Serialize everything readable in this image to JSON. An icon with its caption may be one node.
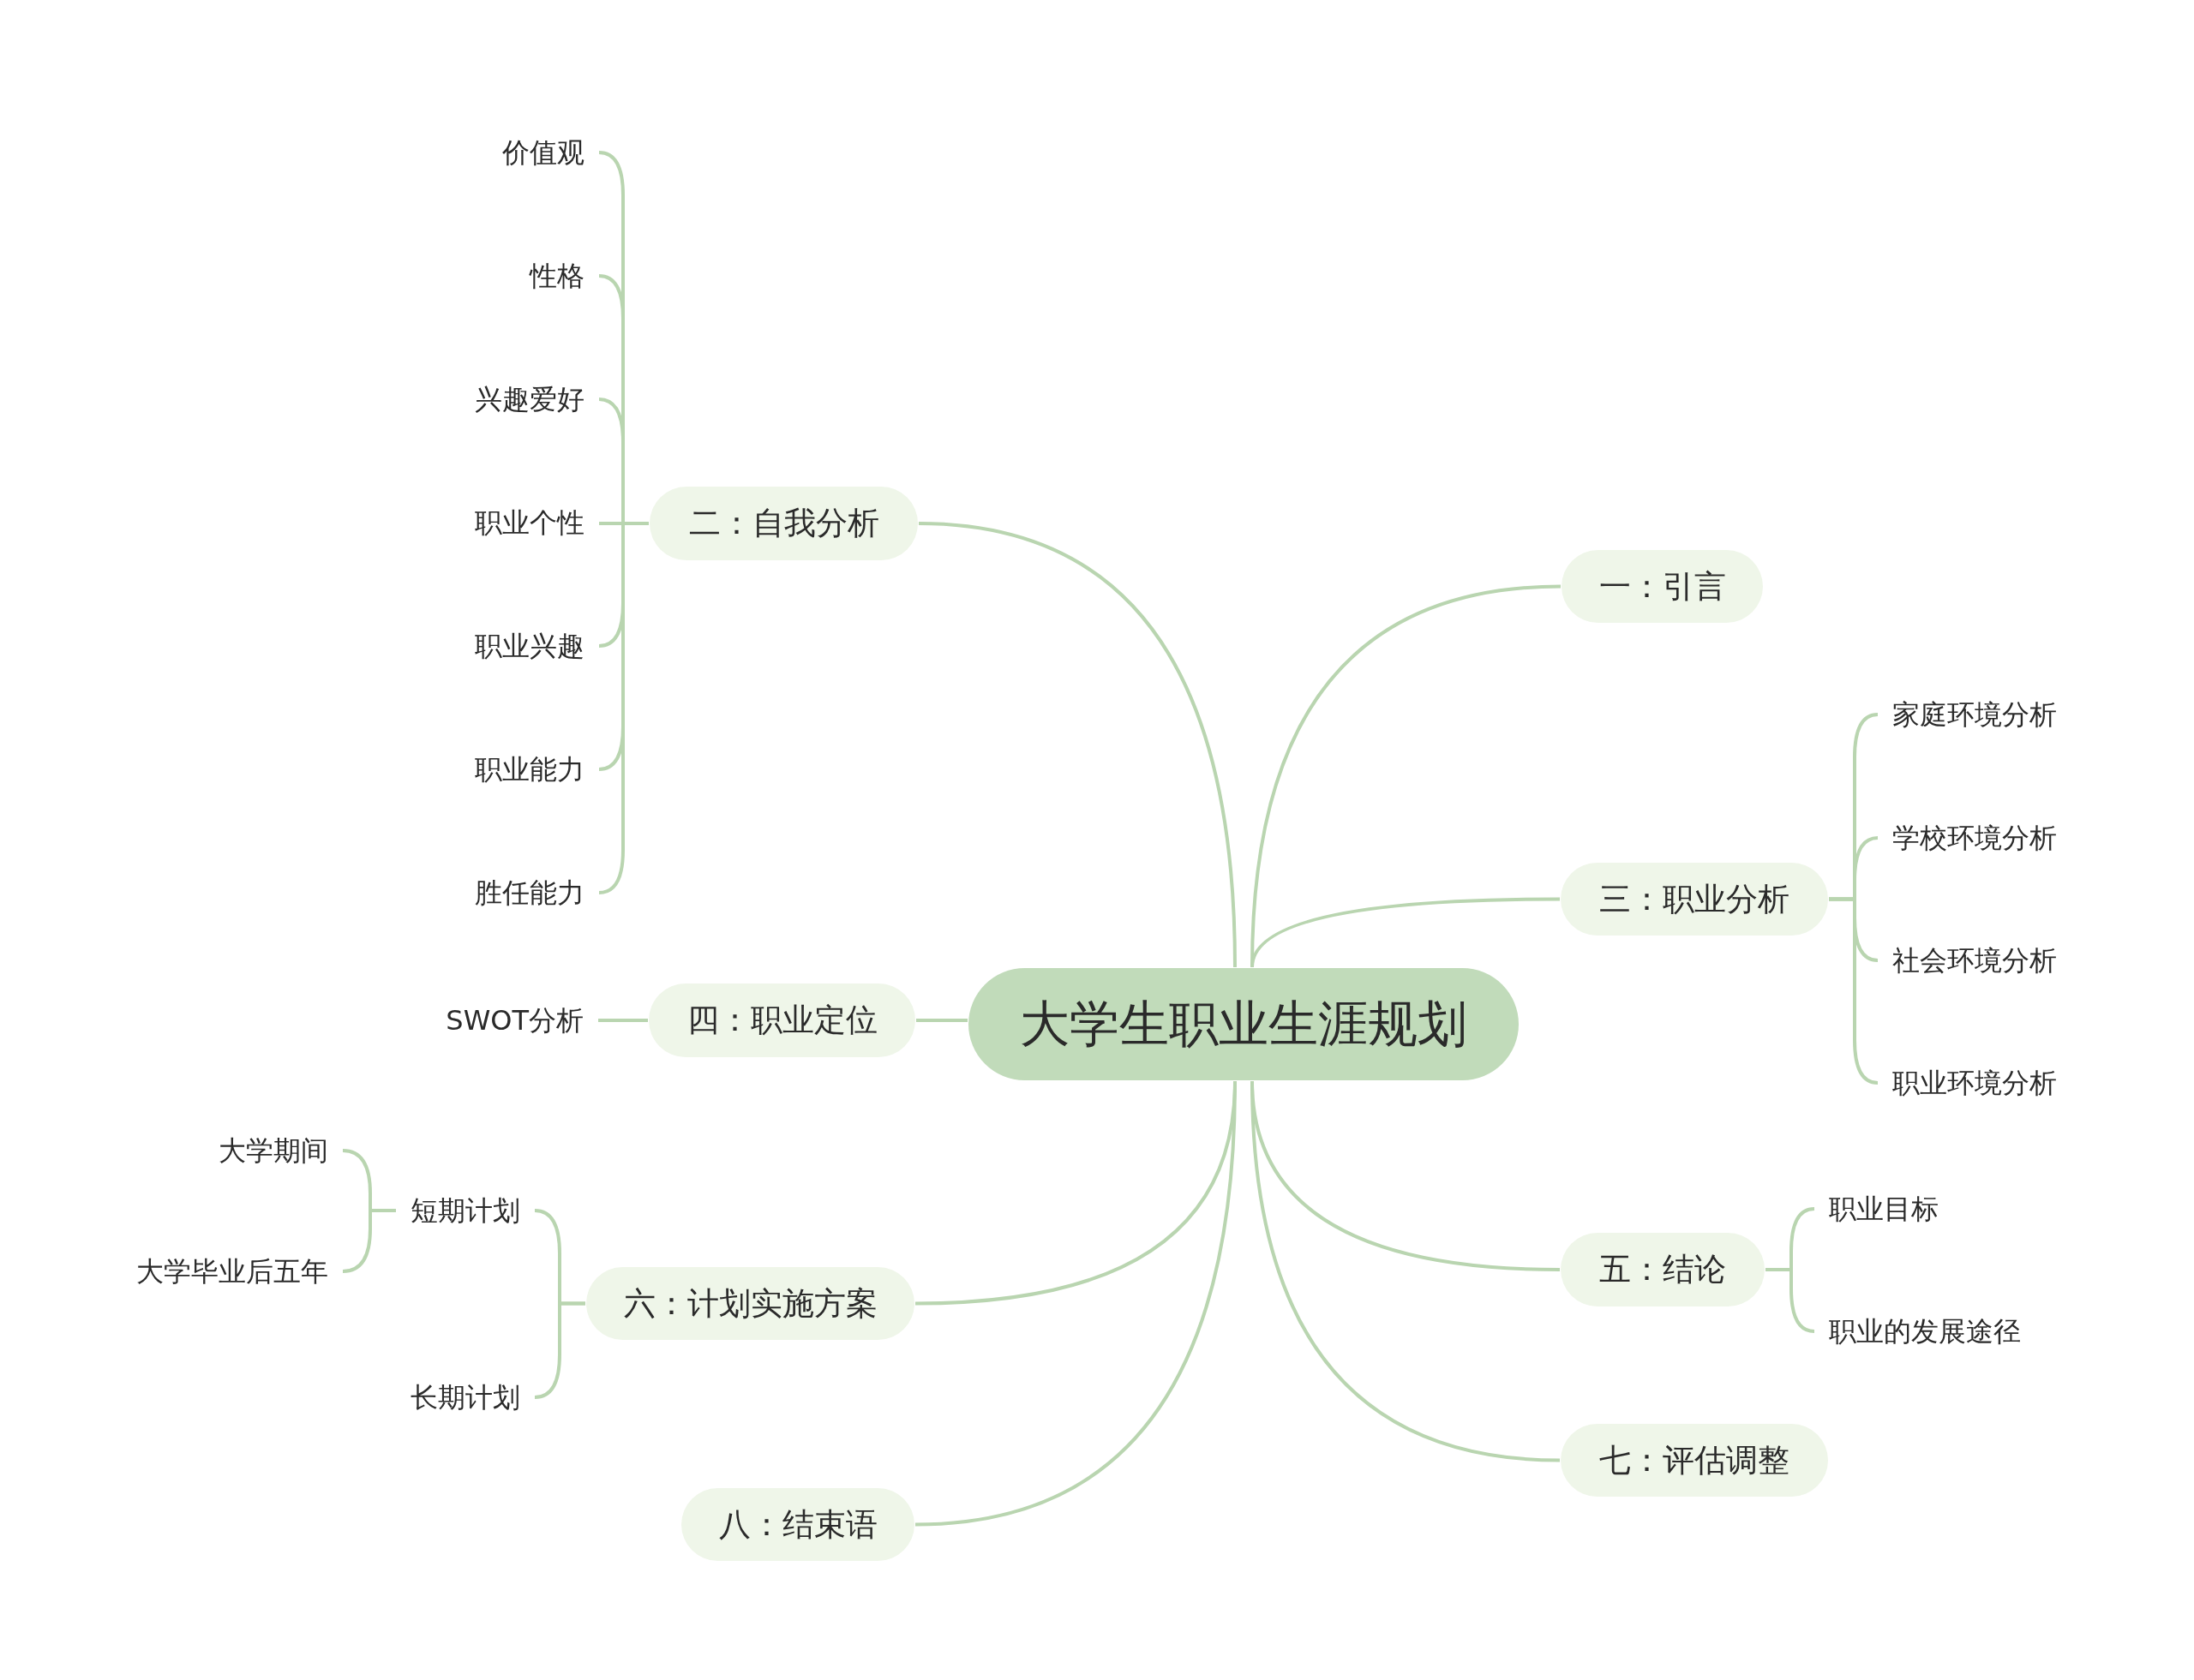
{
  "diagram": {
    "nodes": [
      {
        "text": [
          "大学生职业生涯规划"
        ]
      },
      {
        "text": [
          "一：引言"
        ]
      },
      {
        "text": [
          "二：自我分析"
        ]
      },
      {
        "text": [
          "价值观"
        ]
      },
      {
        "text": [
          "性格"
        ]
      },
      {
        "text": [
          "兴趣爱好"
        ]
      },
      {
        "text": [
          "职业个性"
        ]
      },
      {
        "text": [
          "职业兴趣"
        ]
      },
      {
        "text": [
          "职业能力"
        ]
      },
      {
        "text": [
          "胜任能力"
        ]
      },
      {
        "text": [
          "三：职业分析"
        ]
      },
      {
        "text": [
          "家庭环境分析"
        ]
      },
      {
        "text": [
          "学校环境分析"
        ]
      },
      {
        "text": [
          "社会环境分析"
        ]
      },
      {
        "text": [
          "职业环境分析"
        ]
      },
      {
        "text": [
          "四：职业定位"
        ]
      },
      {
        "text": [
          "SWOT分析"
        ]
      },
      {
        "text": [
          "五：结论"
        ]
      },
      {
        "text": [
          "职业目标"
        ]
      },
      {
        "text": [
          "职业的发展途径"
        ]
      },
      {
        "text": [
          "六：计划实施方案"
        ]
      },
      {
        "text": [
          "短期计划"
        ]
      },
      {
        "text": [
          "大学期间"
        ]
      },
      {
        "text": [
          "大学毕业后五年"
        ]
      },
      {
        "text": [
          "长期计划"
        ]
      },
      {
        "text": [
          "七：评估调整"
        ]
      },
      {
        "text": [
          "八：结束语"
        ]
      }
    ],
    "edges": [
      {
        "from": 0,
        "to": 1,
        "arrow": "none"
      },
      {
        "from": 0,
        "to": 2,
        "arrow": "none"
      },
      {
        "from": 2,
        "to": 3,
        "arrow": "none"
      },
      {
        "from": 2,
        "to": 4,
        "arrow": "none"
      },
      {
        "from": 2,
        "to": 5,
        "arrow": "none"
      },
      {
        "from": 2,
        "to": 6,
        "arrow": "none"
      },
      {
        "from": 2,
        "to": 7,
        "arrow": "none"
      },
      {
        "from": 2,
        "to": 8,
        "arrow": "none"
      },
      {
        "from": 2,
        "to": 9,
        "arrow": "none"
      },
      {
        "from": 0,
        "to": 10,
        "arrow": "none"
      },
      {
        "from": 10,
        "to": 11,
        "arrow": "none"
      },
      {
        "from": 10,
        "to": 12,
        "arrow": "none"
      },
      {
        "from": 10,
        "to": 13,
        "arrow": "none"
      },
      {
        "from": 10,
        "to": 14,
        "arrow": "none"
      },
      {
        "from": 0,
        "to": 15,
        "arrow": "none"
      },
      {
        "from": 15,
        "to": 16,
        "arrow": "none"
      },
      {
        "from": 0,
        "to": 17,
        "arrow": "none"
      },
      {
        "from": 17,
        "to": 18,
        "arrow": "none"
      },
      {
        "from": 17,
        "to": 19,
        "arrow": "none"
      },
      {
        "from": 0,
        "to": 20,
        "arrow": "none"
      },
      {
        "from": 20,
        "to": 21,
        "arrow": "none"
      },
      {
        "from": 21,
        "to": 22,
        "arrow": "none"
      },
      {
        "from": 21,
        "to": 23,
        "arrow": "none"
      },
      {
        "from": 20,
        "to": 24,
        "arrow": "none"
      },
      {
        "from": 0,
        "to": 25,
        "arrow": "none"
      },
      {
        "from": 0,
        "to": 26,
        "arrow": "none"
      }
    ]
  }
}
